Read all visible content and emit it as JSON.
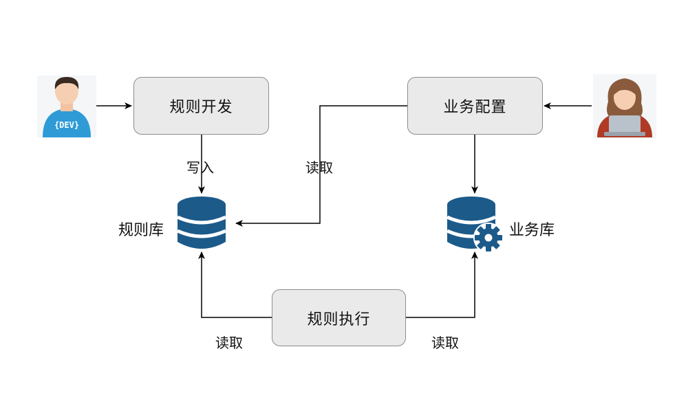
{
  "nodes": {
    "rule_dev": "规则开发",
    "biz_config": "业务配置",
    "rule_exec": "规则执行"
  },
  "stores": {
    "rule_db": "规则库",
    "biz_db": "业务库"
  },
  "edge_labels": {
    "write": "写入",
    "read_config": "读取",
    "read_rule": "读取",
    "read_biz": "读取"
  },
  "avatars": {
    "developer_badge": "{DEV}"
  },
  "colors": {
    "db_blue": "#1c5a8a",
    "box_fill": "#eaeaea",
    "box_border": "#8c8c8c",
    "dev_shirt": "#2f9bd6",
    "op_shirt": "#b03a24"
  }
}
